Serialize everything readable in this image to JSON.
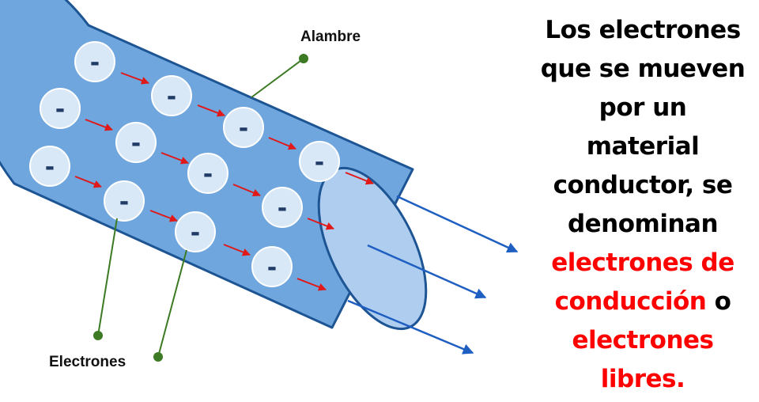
{
  "labels": {
    "wire": "Alambre",
    "electrons": "Electrones"
  },
  "electron_symbol": "-",
  "caption": {
    "lines": [
      [
        {
          "t": "Los electrones",
          "hl": false
        }
      ],
      [
        {
          "t": "que se mueven",
          "hl": false
        }
      ],
      [
        {
          "t": "por un",
          "hl": false
        }
      ],
      [
        {
          "t": "material",
          "hl": false
        }
      ],
      [
        {
          "t": "conductor, se",
          "hl": false
        }
      ],
      [
        {
          "t": "denominan",
          "hl": false
        }
      ],
      [
        {
          "t": "electrones de",
          "hl": true
        }
      ],
      [
        {
          "t": "conducción",
          "hl": true
        },
        {
          "t": " o",
          "hl": false
        }
      ],
      [
        {
          "t": "electrones",
          "hl": true
        }
      ],
      [
        {
          "t": "libres.",
          "hl": true
        }
      ]
    ]
  },
  "colors": {
    "wire_fill": "#6ea6dd",
    "wire_end": "#aecdef",
    "wire_stroke": "#1d5493",
    "electron_fill": "#d9e8f7",
    "electron_stroke": "#ffffff",
    "motion_arrow": "#e01818",
    "current_arrow": "#1f5fc2",
    "leader_line": "#3c7a23",
    "highlight_text": "#ff0000",
    "text": "#000000"
  }
}
